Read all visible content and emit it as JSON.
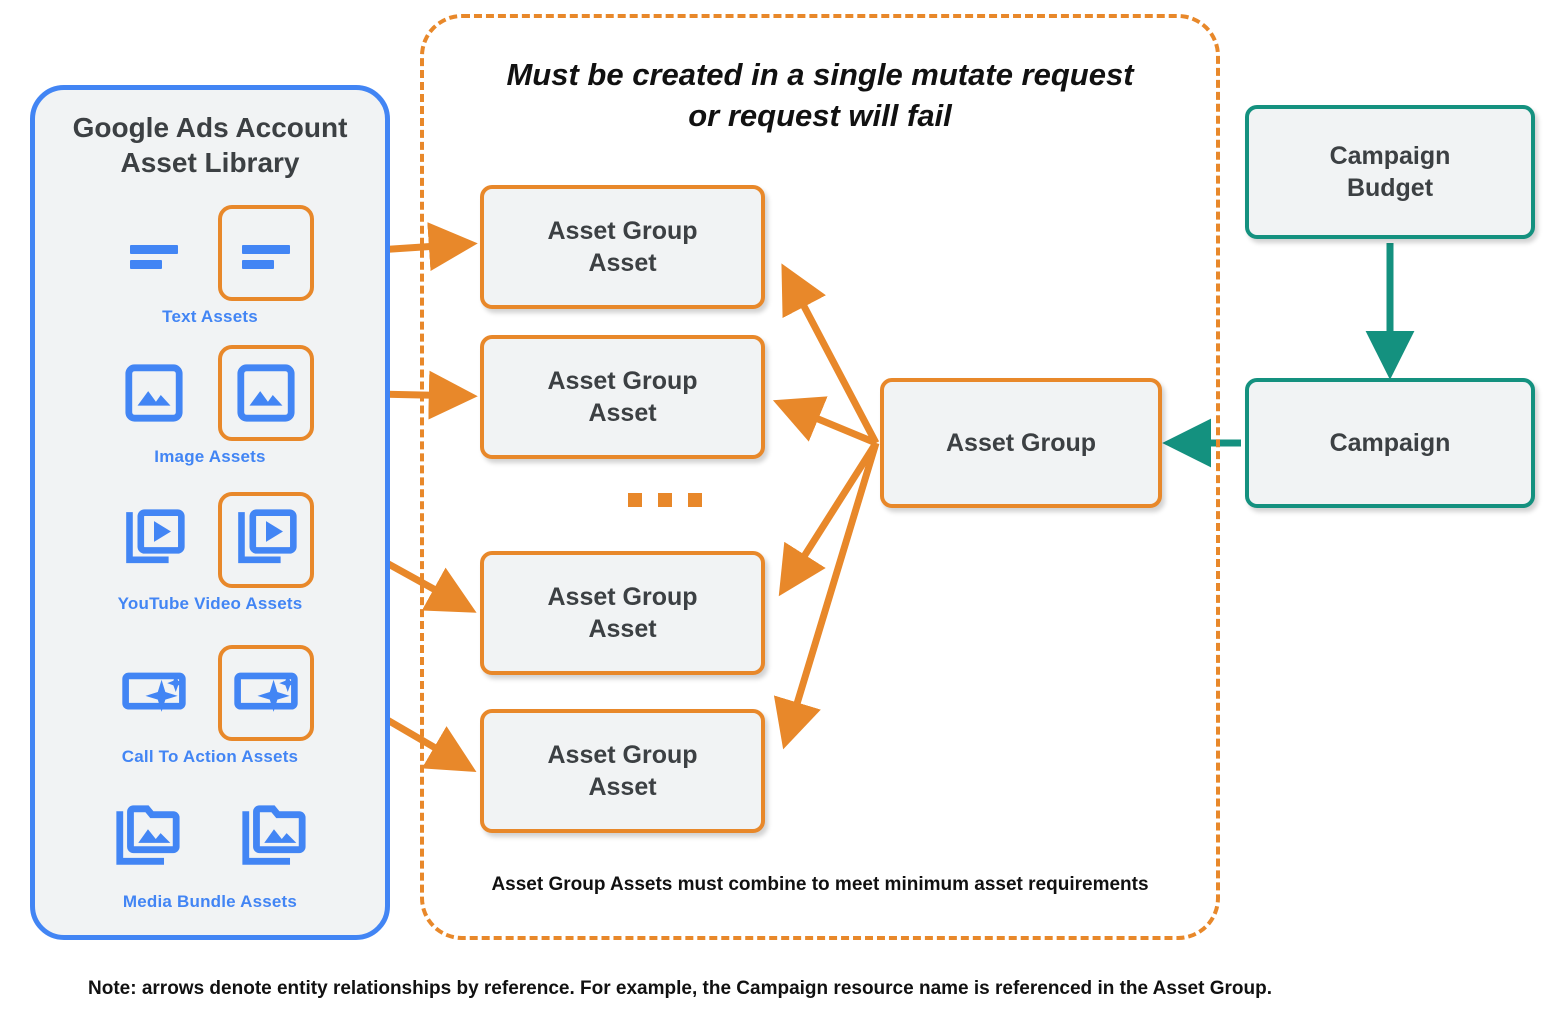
{
  "colors": {
    "orange": "#e8882a",
    "blue": "#4285f4",
    "teal": "#14917f",
    "node_fill": "#f1f3f4",
    "text": "#3c4043"
  },
  "library_panel": {
    "title": "Google Ads Account\nAsset Library",
    "assets": [
      {
        "label": "Text Assets",
        "icon": "text-asset-icon",
        "highlighted": true
      },
      {
        "label": "Image Assets",
        "icon": "image-asset-icon",
        "highlighted": true
      },
      {
        "label": "YouTube Video  Assets",
        "icon": "video-asset-icon",
        "highlighted": true
      },
      {
        "label": "Call To Action Assets",
        "icon": "call-to-action-asset-icon",
        "highlighted": true
      },
      {
        "label": "Media Bundle  Assets",
        "icon": "media-bundle-asset-icon",
        "highlighted": false
      }
    ]
  },
  "mutate_container": {
    "title": "Must be created in a single mutate request\nor request will fail",
    "footnote": "Asset Group Assets must combine to meet minimum asset requirements",
    "ellipsis": "...",
    "asset_group_assets": [
      {
        "label": "Asset Group\nAsset"
      },
      {
        "label": "Asset Group\nAsset"
      },
      {
        "label": "Asset Group\nAsset"
      },
      {
        "label": "Asset Group\nAsset"
      }
    ]
  },
  "nodes": {
    "asset_group": "Asset Group",
    "campaign_budget": "Campaign\nBudget",
    "campaign": "Campaign"
  },
  "footer": {
    "note": "Note: arrows denote entity relationships by reference. For example, the Campaign resource name is referenced in the Asset Group."
  }
}
